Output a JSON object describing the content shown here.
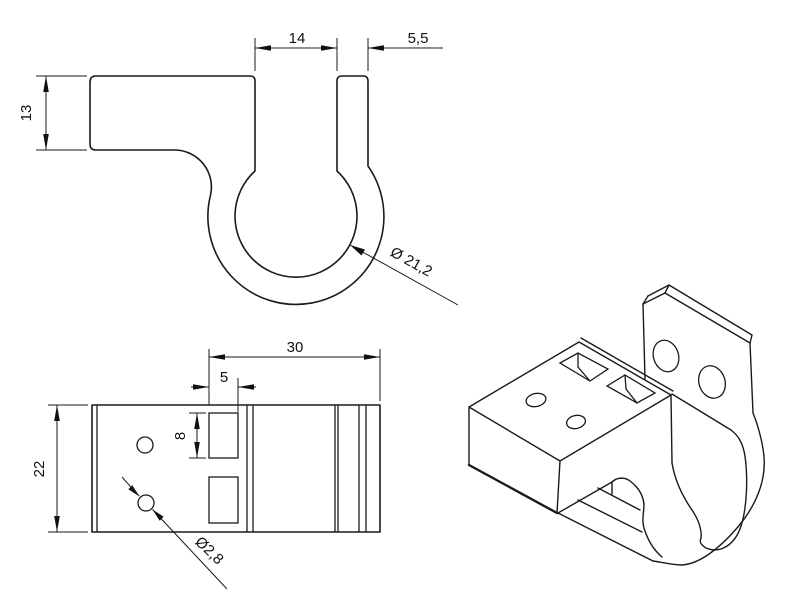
{
  "drawing": {
    "background_color": "#ffffff",
    "line_color": "#1a1a1a",
    "views": {
      "side_view": {
        "title": "side-profile-view",
        "dims": {
          "slot_width": "14",
          "tab_thickness": "5,5",
          "block_height": "13",
          "hook_inner_diameter": "Ø 21,2"
        }
      },
      "plan_view": {
        "title": "plan-view",
        "dims": {
          "length": "30",
          "slot_width": "5",
          "slot_length": "8",
          "overall_depth": "22",
          "hole_diameter": "Ø2,8"
        }
      },
      "iso_view": {
        "title": "isometric-view"
      }
    }
  }
}
